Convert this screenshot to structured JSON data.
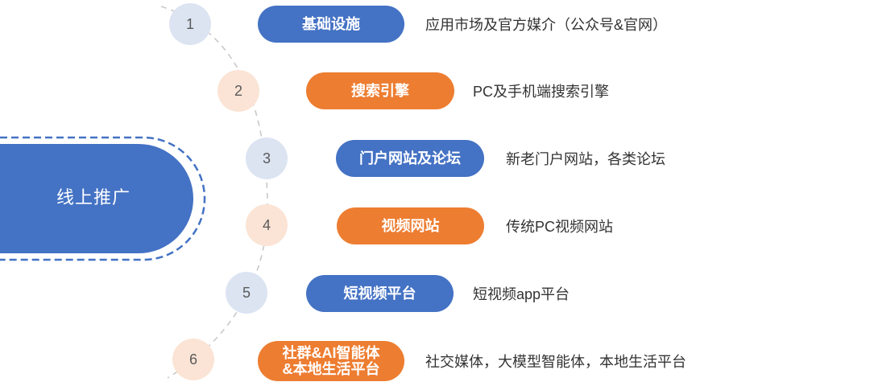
{
  "main": {
    "title": "线上推广"
  },
  "steps": [
    {
      "number": "1",
      "category": "基础设施",
      "description": "应用市场及官方媒介（公众号&官网）"
    },
    {
      "number": "2",
      "category": "搜索引擎",
      "description": "PC及手机端搜索引擎"
    },
    {
      "number": "3",
      "category": "门户网站及论坛",
      "description": "新老门户网站，各类论坛"
    },
    {
      "number": "4",
      "category": "视频网站",
      "description": "传统PC视频网站"
    },
    {
      "number": "5",
      "category": "短视频平台",
      "description": "短视频app平台"
    },
    {
      "number": "6",
      "category_line1": "社群&AI智能体",
      "category_line2": "&本地生活平台",
      "description": "社交媒体，大模型智能体，本地生活平台"
    }
  ],
  "colors": {
    "blue": "#4472c4",
    "orange": "#ed7d31",
    "circle_blue": "#dce4f2",
    "circle_orange": "#fbe4d5",
    "curve": "#c9c9c9"
  }
}
